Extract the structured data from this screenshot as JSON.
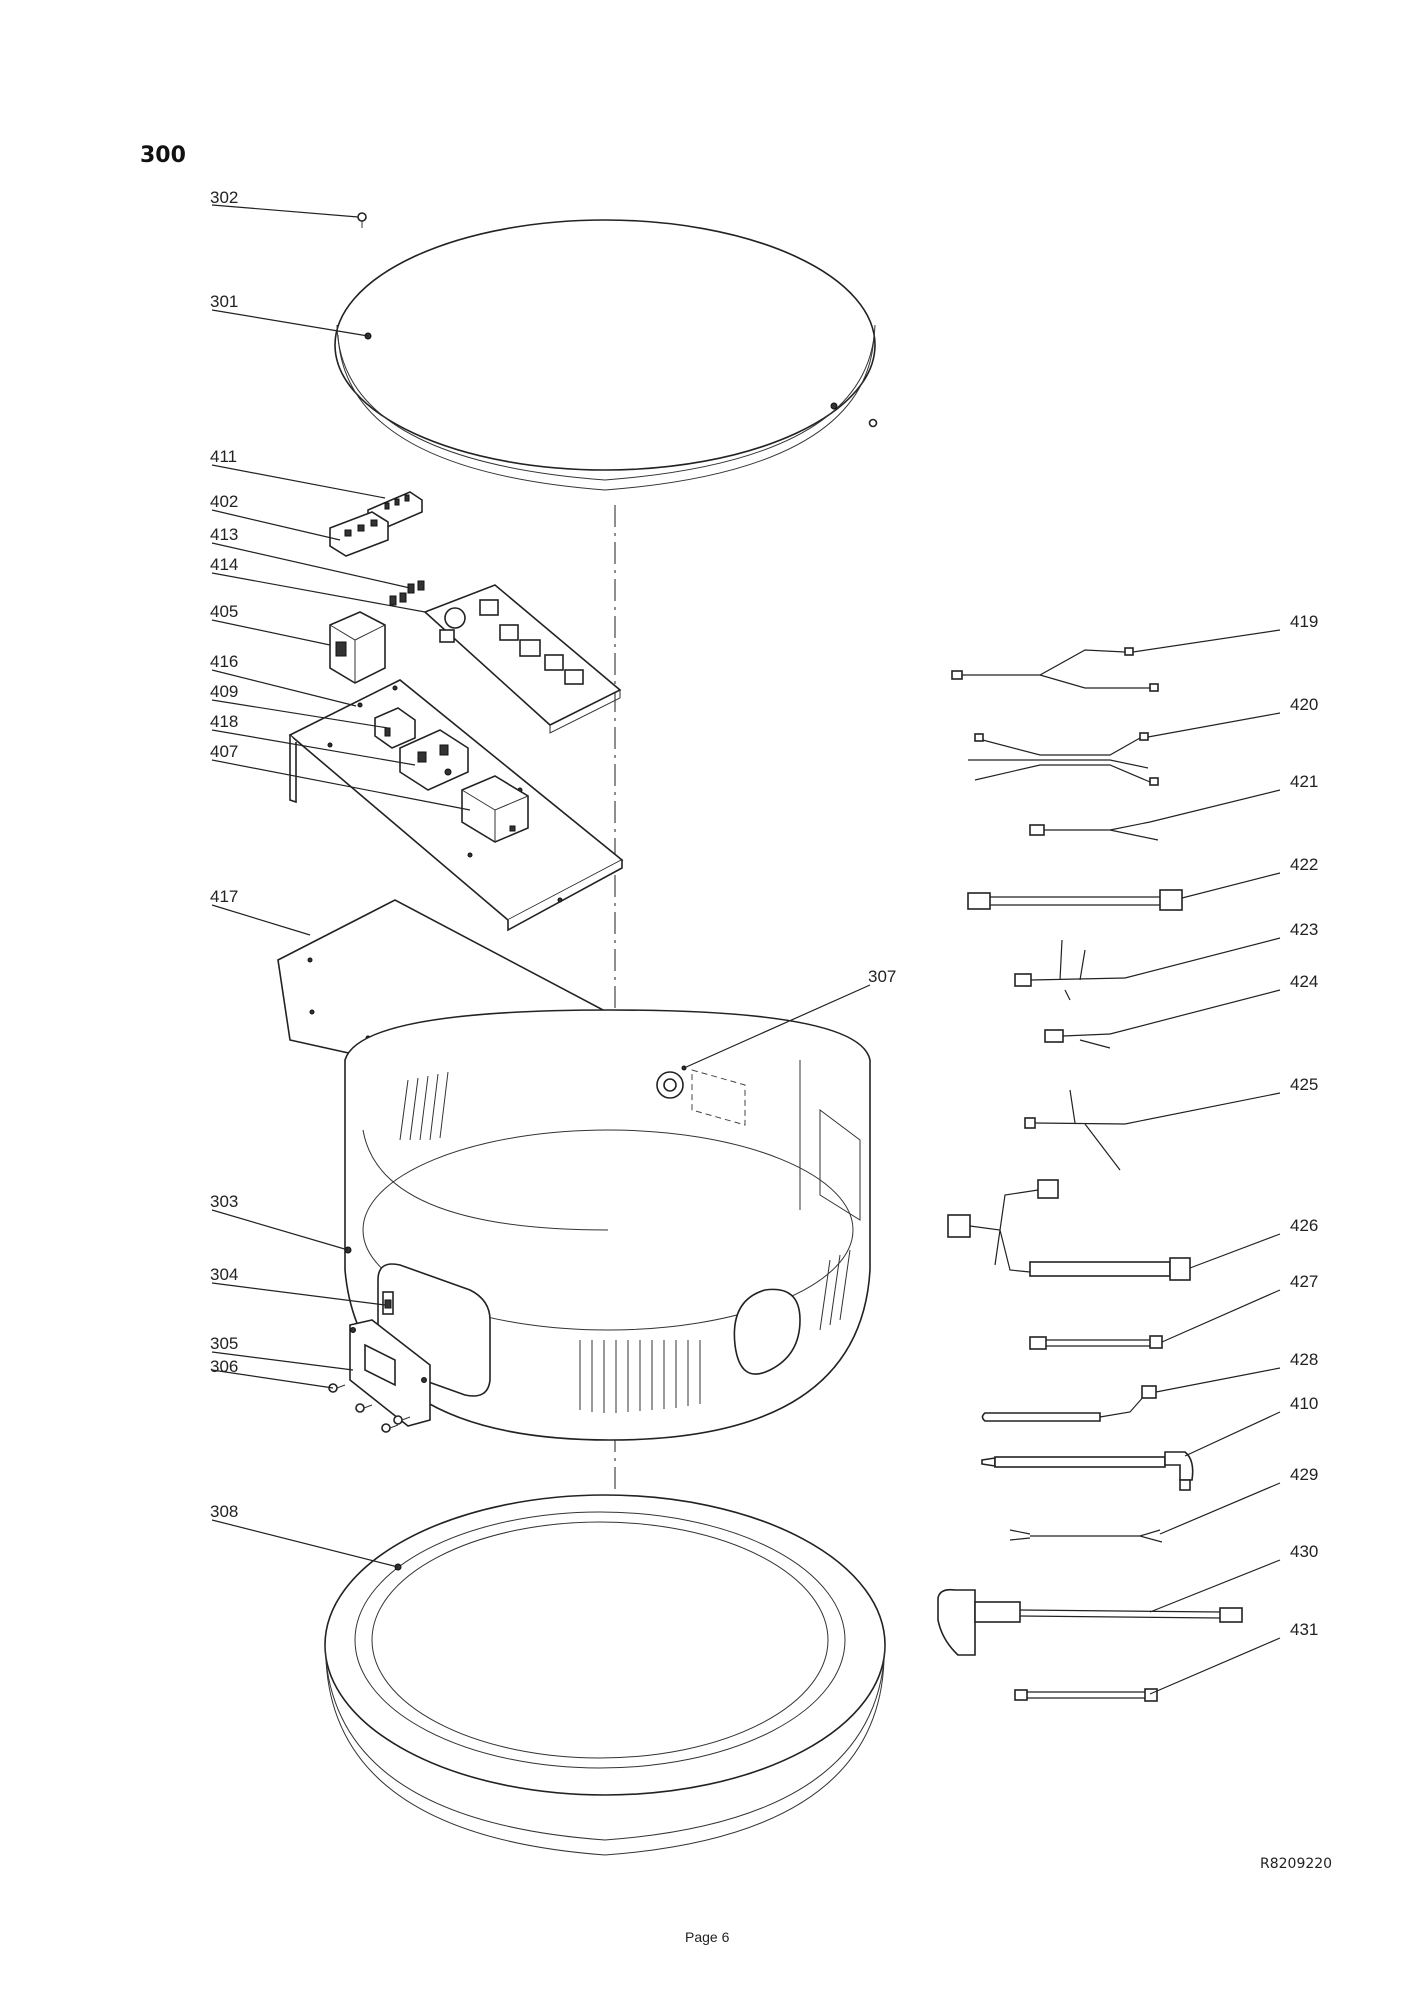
{
  "section_title": "300",
  "drawing_ref": "R8209220",
  "page_label": "Page 6",
  "callouts": [
    "302",
    "301",
    "411",
    "402",
    "413",
    "414",
    "405",
    "416",
    "409",
    "418",
    "407",
    "417",
    "307",
    "303",
    "304",
    "305",
    "306",
    "308",
    "419",
    "420",
    "421",
    "422",
    "423",
    "424",
    "425",
    "426",
    "427",
    "428",
    "410",
    "429",
    "430",
    "431"
  ]
}
